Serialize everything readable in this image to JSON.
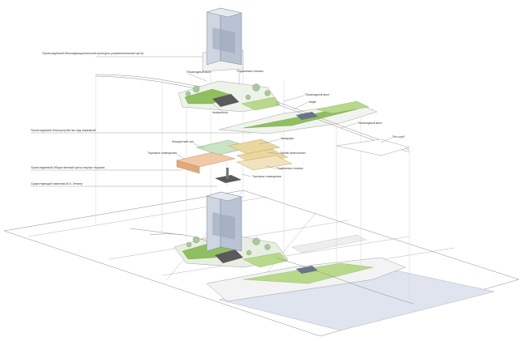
{
  "labels": {
    "multifunctional_center": "Проектируемый Многофункциональный культурно-развлекательный центр",
    "pedestrian_bridge_1": "Пешеходный мост",
    "underground_parking_top": "Подземная стоянка",
    "pedestrian_bridge_2": "Пешеходный мост",
    "cafe": "Кафе",
    "amphitheatre": "Амфитеатр",
    "pedestrian_bridge_3": "Пешеходный мост",
    "river_descent": "Яхт-клуб",
    "landscaping_over_parking": "Проектируемое благоустройство над парковкой",
    "concert_hall": "Концертный зал",
    "aquarium": "Аквариум",
    "shops_1": "Торговые помещения",
    "museum": "Музей археологии",
    "public_center": "Проектируемый Общественный центр внутри террасы",
    "underground_parking": "Подземная стоянка",
    "shops_2": "Торговые помещения",
    "monument": "Существующий памятник В.И. Ленину"
  },
  "colors": {
    "landscape_green": "#8fbf5f",
    "concert_block": "#c9e3c4",
    "aquarium_block": "#ead7a0",
    "shops_block": "#f1c9a6",
    "water": "#dfe4ee",
    "tower_glass": "#cfd6e2"
  }
}
